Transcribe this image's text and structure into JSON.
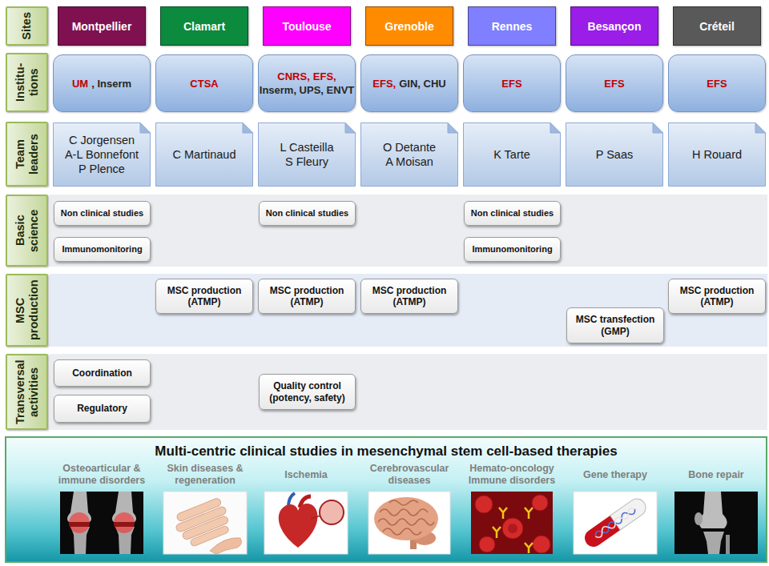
{
  "diagram": {
    "nodes": [
      {
        "text": [
          "Sites"
        ]
      },
      {
        "text": [
          "Montpellier"
        ]
      },
      {
        "text": [
          "Clamart"
        ]
      },
      {
        "text": [
          "Toulouse"
        ]
      },
      {
        "text": [
          "Grenoble"
        ]
      },
      {
        "text": [
          "Rennes"
        ]
      },
      {
        "text": [
          "Besançon"
        ]
      },
      {
        "text": [
          "Créteil"
        ]
      },
      {
        "text": [
          "Institu- tions"
        ]
      },
      {
        "text": [
          "UM",
          ", Inserm"
        ]
      },
      {
        "text": [
          "CTSA"
        ]
      },
      {
        "text": [
          "CNRS,",
          "EFS,",
          "Inserm, UPS, ENVT"
        ]
      },
      {
        "text": [
          "EFS,",
          "GIN, CHU"
        ]
      },
      {
        "text": [
          "EFS"
        ]
      },
      {
        "text": [
          "EFS"
        ]
      },
      {
        "text": [
          "EFS"
        ]
      },
      {
        "text": [
          "Team leaders"
        ]
      },
      {
        "text": [
          "C Jorgensen",
          "A-L Bonnefont",
          "P Plence"
        ]
      },
      {
        "text": [
          "C Martinaud"
        ]
      },
      {
        "text": [
          "L Casteilla",
          "S Fleury"
        ]
      },
      {
        "text": [
          "O Detante",
          "A Moisan"
        ]
      },
      {
        "text": [
          "K Tarte"
        ]
      },
      {
        "text": [
          "P Saas"
        ]
      },
      {
        "text": [
          "H Rouard"
        ]
      },
      {
        "text": [
          "Basic science"
        ]
      },
      {
        "text": [
          "Non clinical studies"
        ]
      },
      {
        "text": [
          "Non clinical studies"
        ]
      },
      {
        "text": [
          "Non clinical studies"
        ]
      },
      {
        "text": [
          "Immunomonitoring"
        ]
      },
      {
        "text": [
          "Immunomonitoring"
        ]
      },
      {
        "text": [
          "MSC production"
        ]
      },
      {
        "text": [
          "MSC production (ATMP)"
        ]
      },
      {
        "text": [
          "MSC production (ATMP)"
        ]
      },
      {
        "text": [
          "MSC production (ATMP)"
        ]
      },
      {
        "text": [
          "MSC production (ATMP)"
        ]
      },
      {
        "text": [
          "MSC transfection (GMP)"
        ]
      },
      {
        "text": [
          "Transversal activities"
        ]
      },
      {
        "text": [
          "Coordination"
        ]
      },
      {
        "text": [
          "Quality control (potency, safety)"
        ]
      },
      {
        "text": [
          "Regulatory"
        ]
      },
      {
        "text": [
          "Multi-centric clinical studies in mesenchymal stem cell-based therapies"
        ]
      },
      {
        "text": [
          "Osteoarticular & immune disorders"
        ],
        "in": 40
      },
      {
        "text": [
          "Skin diseases & regeneration"
        ],
        "in": 40
      },
      {
        "text": [
          "Ischemia"
        ],
        "in": 40
      },
      {
        "text": [
          "Cerebrovascular diseases"
        ],
        "in": 40
      },
      {
        "text": [
          "Hemato-oncology Immune disorders"
        ],
        "in": 40
      },
      {
        "text": [
          "Gene therapy"
        ],
        "in": 40
      },
      {
        "text": [
          "Bone repair"
        ],
        "in": 40
      }
    ]
  }
}
